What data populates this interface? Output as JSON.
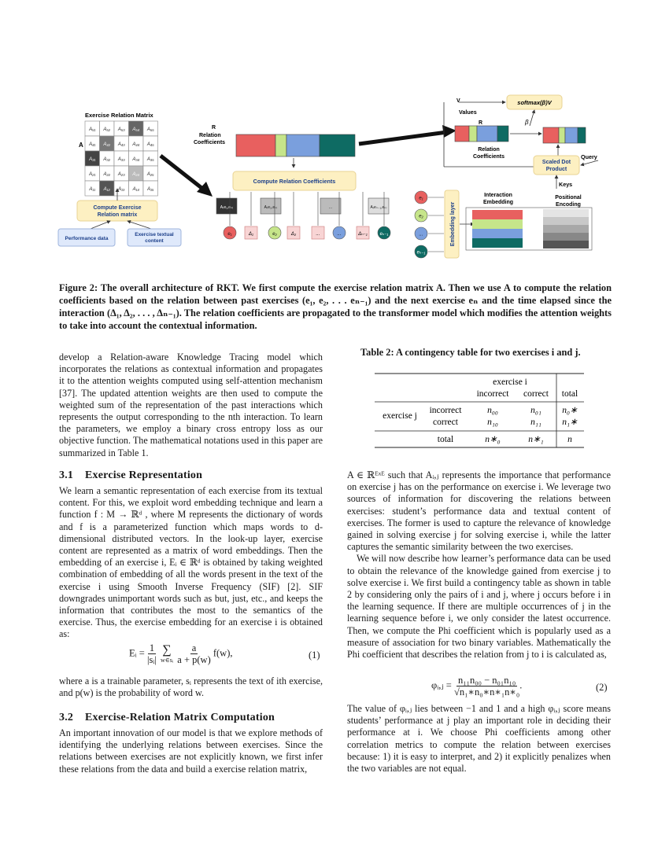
{
  "figure": {
    "matrix_title": "Exercise Relation Matrix",
    "matrix_row_label": "A",
    "matrix_cells": [
      [
        "A₅₁",
        "A₅₂",
        "A₅₃",
        "A₅₄",
        "A₅₅"
      ],
      [
        "A₄₁",
        "A₄₂",
        "A₄₃",
        "A₄₄",
        "A₄₅"
      ],
      [
        "A₃₁",
        "A₃₂",
        "A₃₃",
        "A₃₄",
        "A₃₅"
      ],
      [
        "A₂₁",
        "A₂₂",
        "A₂₃",
        "A₂₄",
        "A₂₅"
      ],
      [
        "A₁₁",
        "A₁₂",
        "A₁₃",
        "A₁₄",
        "A₁₅"
      ]
    ],
    "compute_matrix_label": [
      "Compute Exercise",
      "Relation matrix"
    ],
    "performance_data": "Performance data",
    "exercise_text": [
      "Exercise textual",
      "content"
    ],
    "relation_label": [
      "R",
      "Relation",
      "Coefficients"
    ],
    "compute_coeff_label": "Compute Relation Coefficients",
    "seq_boxes": [
      "A₍e₁,eₙ₎",
      "A₍e₂,eₙ₎",
      "...",
      "A₍eₙ₋₁,eₙ₎"
    ],
    "seq_nodes": [
      "e₁",
      "Δ₁",
      "e₂",
      "Δ₂",
      "...",
      "...",
      "Δₙ₋₁",
      "eₙ₋₁"
    ],
    "values_label": "Values",
    "v_label": "V",
    "r_label": "R",
    "beta_label": "β",
    "softmax_label": "softmax(β)V",
    "relation_coeff_right": [
      "Relation",
      "Coefficients"
    ],
    "scaled_dot": [
      "Scaled Dot",
      "Product"
    ],
    "query_label": "Query",
    "keys_label": "Keys",
    "interaction_embedding": [
      "Interaction",
      "Embedding"
    ],
    "positional_encoding": [
      "Positional",
      "Encoding"
    ],
    "embedding_layer": "Embedding layer",
    "emb_nodes": [
      "e₁",
      "e₂",
      "...",
      "eₙ₋₁"
    ]
  },
  "caption": "Figure 2: The overall architecture of RKT. We first compute the exercise relation matrix A. Then we use A to compute the relation coefficients based on the relation between past exercises (e₁, e₂, . . . eₙ₋₁) and the next exercise eₙ and the time elapsed since the interaction (Δ₁, Δ₂, . . . , Δₙ₋₁). The relation coefficients are propagated to the transformer model which modifies the attention weights to take into account the contextual information.",
  "left": {
    "intro": "develop a Relation-aware Knowledge Tracing model which incorporates the relations as contextual information and propagates it to the attention weights computed using self-attention mechanism [37]. The updated attention weights are then used to compute the weighted sum of the representation of the past interactions which represents the output corresponding to the nth interaction. To learn the parameters, we employ a binary cross entropy loss as our objective function. The mathematical notations used in this paper are summarized in Table  1.",
    "sec31_num": "3.1",
    "sec31_title": "Exercise Representation",
    "p31": "We learn a semantic representation of each exercise from its textual content. For this, we exploit word embedding technique and learn a function f : M → ℝᵈ , where M represents the dictionary of words and f is a parameterized function which maps words to d-dimensional distributed vectors. In the look-up layer, exercise content are represented as a matrix of word embeddings. Then the embedding of an exercise i, Eᵢ ∈ ℝᵈ is obtained by taking weighted combination of embedding of all the words present in the text of the exercise i using Smooth Inverse Frequency (SIF)  [2]. SIF downgrades unimportant words such as but, just, etc., and keeps the information that contributes the most to the semantics of the exercise. Thus, the exercise embedding for an exercise i is obtained as:",
    "eq1_num": "(1)",
    "p31b": "where a is a trainable parameter, sᵢ represents the text of ith exercise, and p(w) is the probability of word w.",
    "sec32_num": "3.2",
    "sec32_title": "Exercise-Relation Matrix Computation",
    "p32": "An important innovation of our model is that we explore methods of identifying the underlying relations between exercises. Since the relations between exercises are not explicitly known, we first infer these relations from the data and build a exercise relation matrix,"
  },
  "right": {
    "table_caption": "Table 2: A contingency table for two exercises i and j.",
    "table": {
      "col_group": "exercise i",
      "col_headers": [
        "incorrect",
        "correct",
        "total"
      ],
      "row_group": "exercise j",
      "rows": [
        {
          "label": "incorrect",
          "cells": [
            "n₀₀",
            "n₀₁",
            "n₀∗"
          ]
        },
        {
          "label": "correct",
          "cells": [
            "n₁₀",
            "n₁₁",
            "n₁∗"
          ]
        }
      ],
      "total_row": {
        "label": "total",
        "cells": [
          "n∗₀",
          "n∗₁",
          "n"
        ]
      }
    },
    "p1": "A ∈ ℝᴱˣᴱ such that Aᵢ,ⱼ represents the importance that performance on exercise j has on the performance on exercise i. We leverage two sources of information for discovering the relations between exercises: student’s performance data and textual content of exercises. The former is used to capture the relevance of knowledge gained in solving exercise j for solving exercise i, while the latter captures the semantic similarity between the two exercises.",
    "p2": "We will now describe how learner’s performance data can be used to obtain the relevance of the knowledge gained from exercise j to solve exercise i. We first build a contingency table as shown in table  2 by considering only the pairs of i and j, where j occurs before i in the learning sequence. If there are multiple occurrences of j in the learning sequence before i, we only consider the latest occurrence. Then, we compute the Phi coefficient which is popularly used as a measure of association for two binary variables. Mathematically the Phi coefficient that describes the relation from j to i is calculated as,",
    "eq2_num": "(2)",
    "p3": "The value of φᵢ,ⱼ lies between −1 and 1 and a high φᵢ,ⱼ score means students’ performance at j play an important role in deciding their performance at i. We choose Phi coefficients among other correlation metrics to compute the relation between exercises because: 1) it is easy to interpret, and 2) it explicitly penalizes when the two variables are not equal."
  },
  "equations": {
    "eq1_lhs": "Eᵢ =",
    "eq1_f1_num": "1",
    "eq1_f1_den": "|sᵢ|",
    "eq1_sum": "∑",
    "eq1_sum_sub": "w∈sᵢ",
    "eq1_f2_num": "a",
    "eq1_f2_den": "a + p(w)",
    "eq1_tail": "f(w),",
    "eq2_lhs": "φᵢ,ⱼ =",
    "eq2_num": "n₁₁n₀₀ − n₀₁n₁₀",
    "eq2_den": "√n₁∗n₀∗n∗₁n∗₀",
    "eq2_tail": "."
  },
  "colors": {
    "red": "#e8605f",
    "green": "#c6e58a",
    "blue": "#7a9fdd",
    "teal": "#0e6b63",
    "yellow_box": "#fdf0c2",
    "blue_box": "#dfe9fb"
  }
}
